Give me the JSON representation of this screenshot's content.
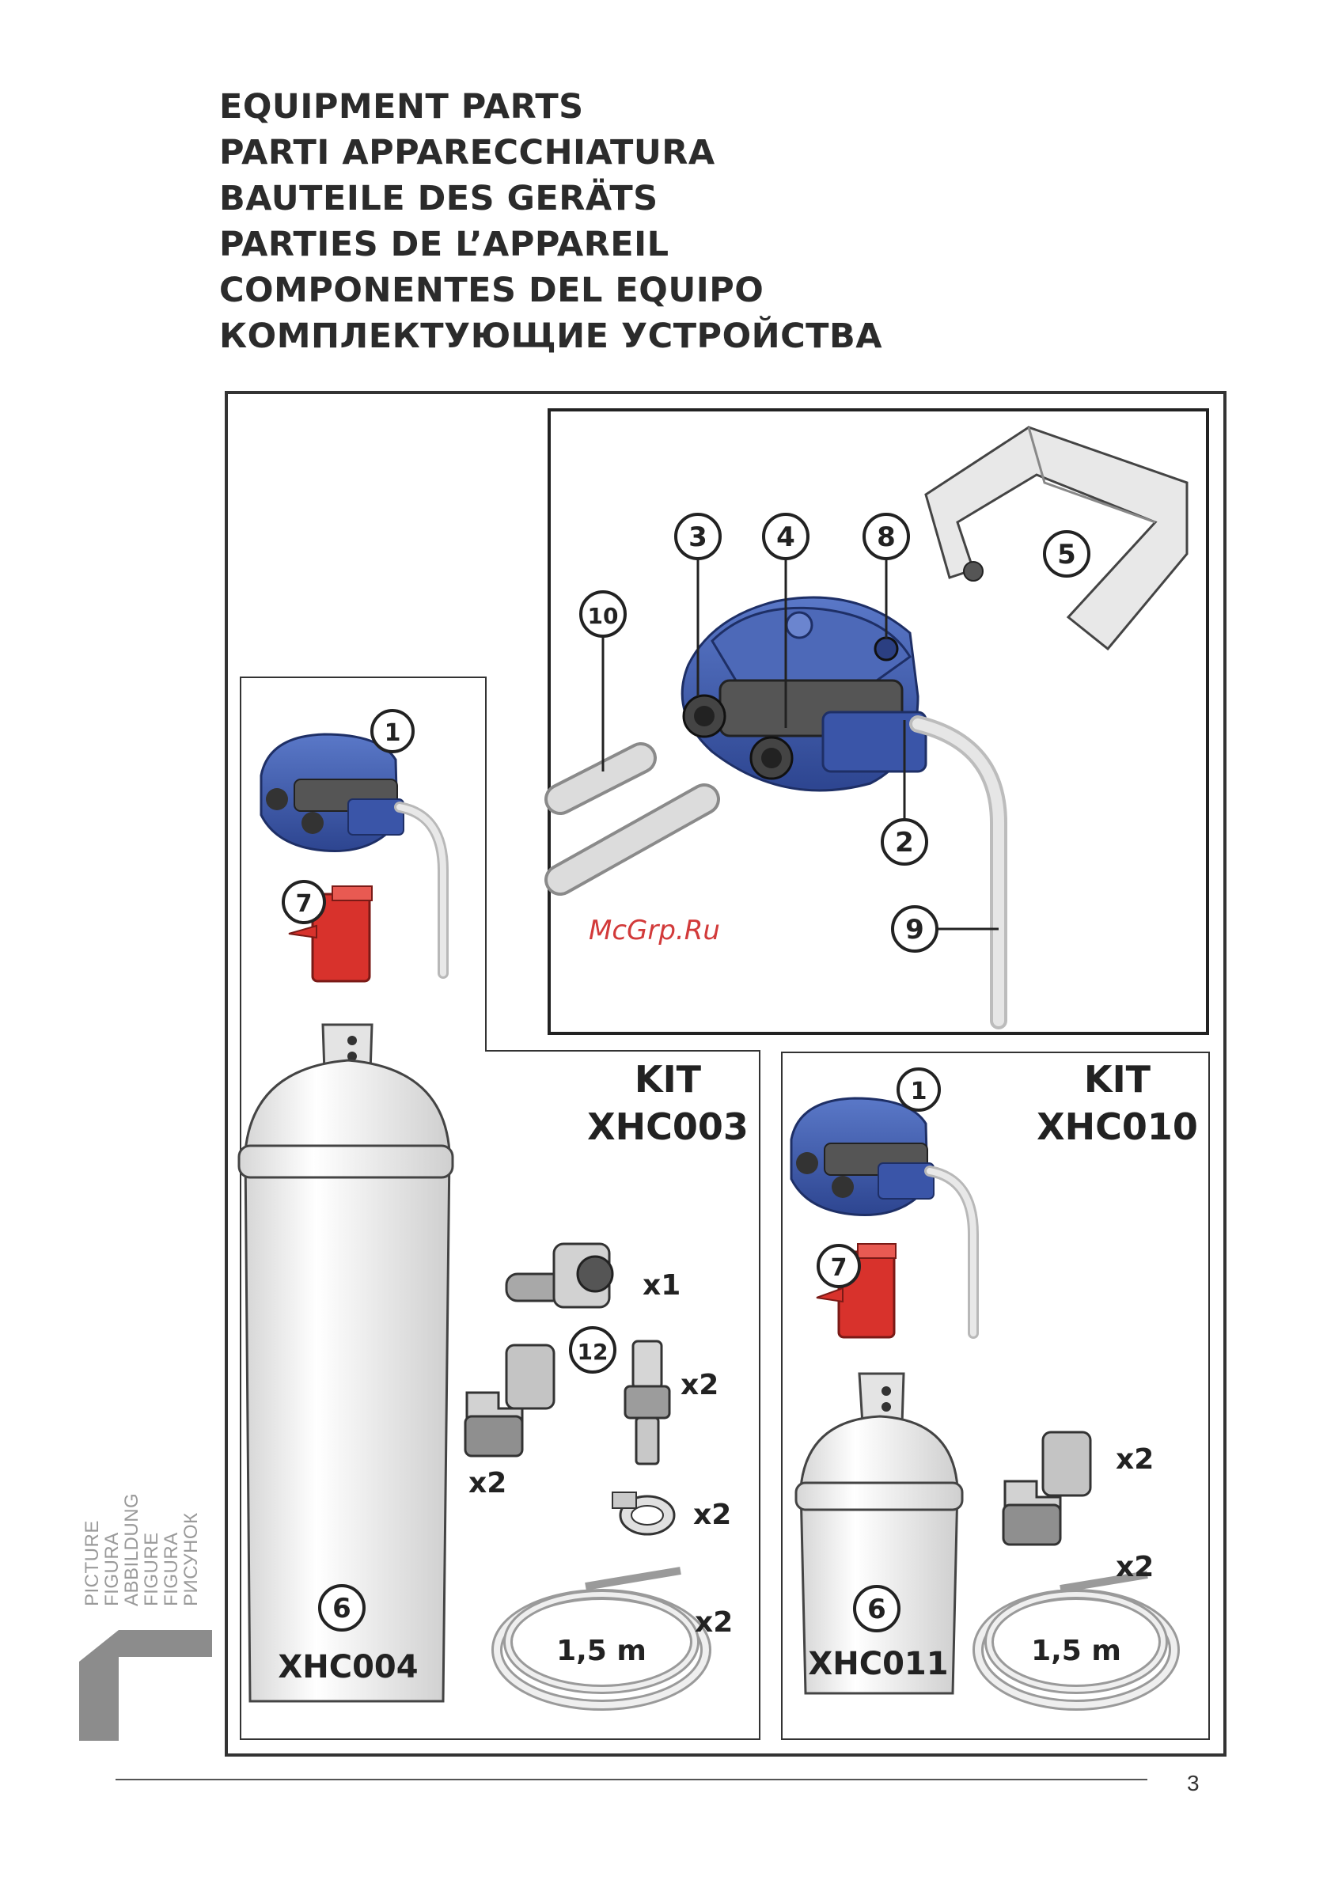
{
  "titles": [
    "EQUIPMENT PARTS",
    "PARTI APPARECCHIATURA",
    "BAUTEILE DES GERÄTS",
    "PARTIES DE L’APPAREIL",
    "COMPONENTES DEL EQUIPO",
    "КОМПЛЕКТУЮЩИЕ УСТРОЙСТВА"
  ],
  "callouts": {
    "n1": "1",
    "n2": "2",
    "n3": "3",
    "n4": "4",
    "n5": "5",
    "n6": "6",
    "n7": "7",
    "n8": "8",
    "n9": "9",
    "n10": "10",
    "n12": "12"
  },
  "kits": {
    "kit_word": "KIT",
    "kit_a_code": "XHC003",
    "kit_b_code": "XHC010"
  },
  "cartridges": {
    "large_code": "XHC004",
    "small_code": "XHC011"
  },
  "quantities": {
    "x1": "x1",
    "x2": "x2"
  },
  "tube_length": "1,5 m",
  "watermark": "McGrp.Ru",
  "side_labels": [
    "PICTURE",
    "FIGURA",
    "ABBILDUNG",
    "FIGURE",
    "FIGURA",
    "РИСУНОК"
  ],
  "figure_number": "1",
  "page_number": "3",
  "colors": {
    "blue_housing": "#3a55a8",
    "red_clip": "#d8322c",
    "frame": "#333333",
    "tube": "#d9d9d9"
  }
}
